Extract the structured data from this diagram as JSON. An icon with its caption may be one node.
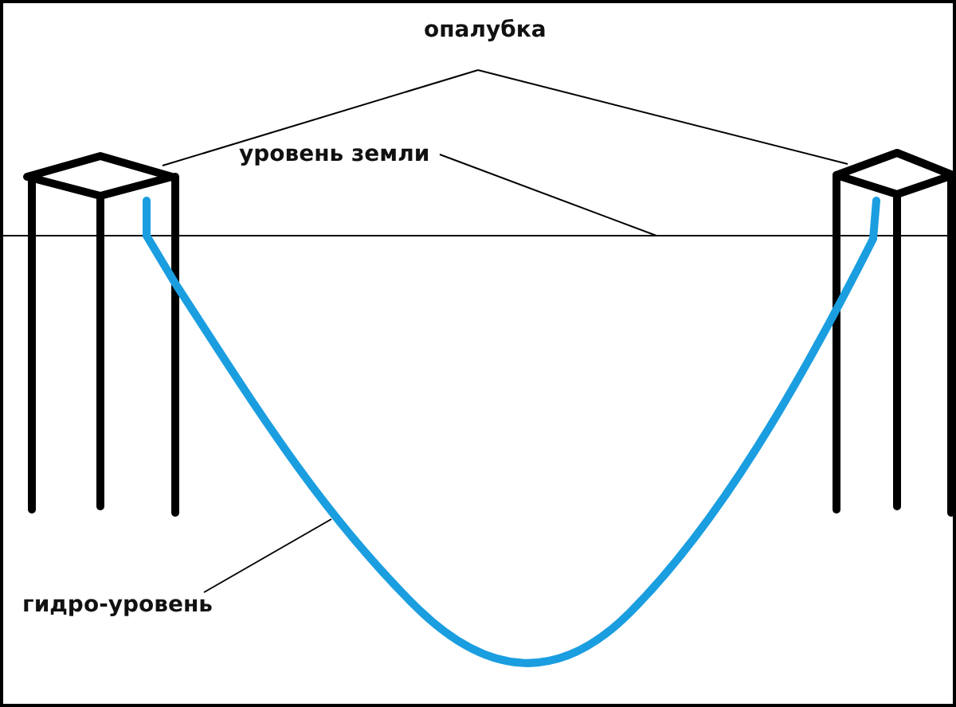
{
  "diagram": {
    "nodes": [
      {
        "text": [
          "опалубка"
        ]
      },
      {
        "text": [],
        "shape": "picture"
      },
      {
        "text": [],
        "shape": "picture"
      },
      {
        "text": [
          "уровень земли"
        ]
      },
      {
        "text": [],
        "shape": "line"
      },
      {
        "text": [
          "гидро-уровень"
        ]
      },
      {
        "text": [],
        "shape": "tube"
      }
    ],
    "edges": [
      {
        "from": 0,
        "to": 1,
        "arrow": "none"
      },
      {
        "from": 0,
        "to": 2,
        "arrow": "none"
      },
      {
        "from": 3,
        "to": 4,
        "arrow": "none"
      },
      {
        "from": 5,
        "to": 6,
        "arrow": "none"
      }
    ]
  }
}
